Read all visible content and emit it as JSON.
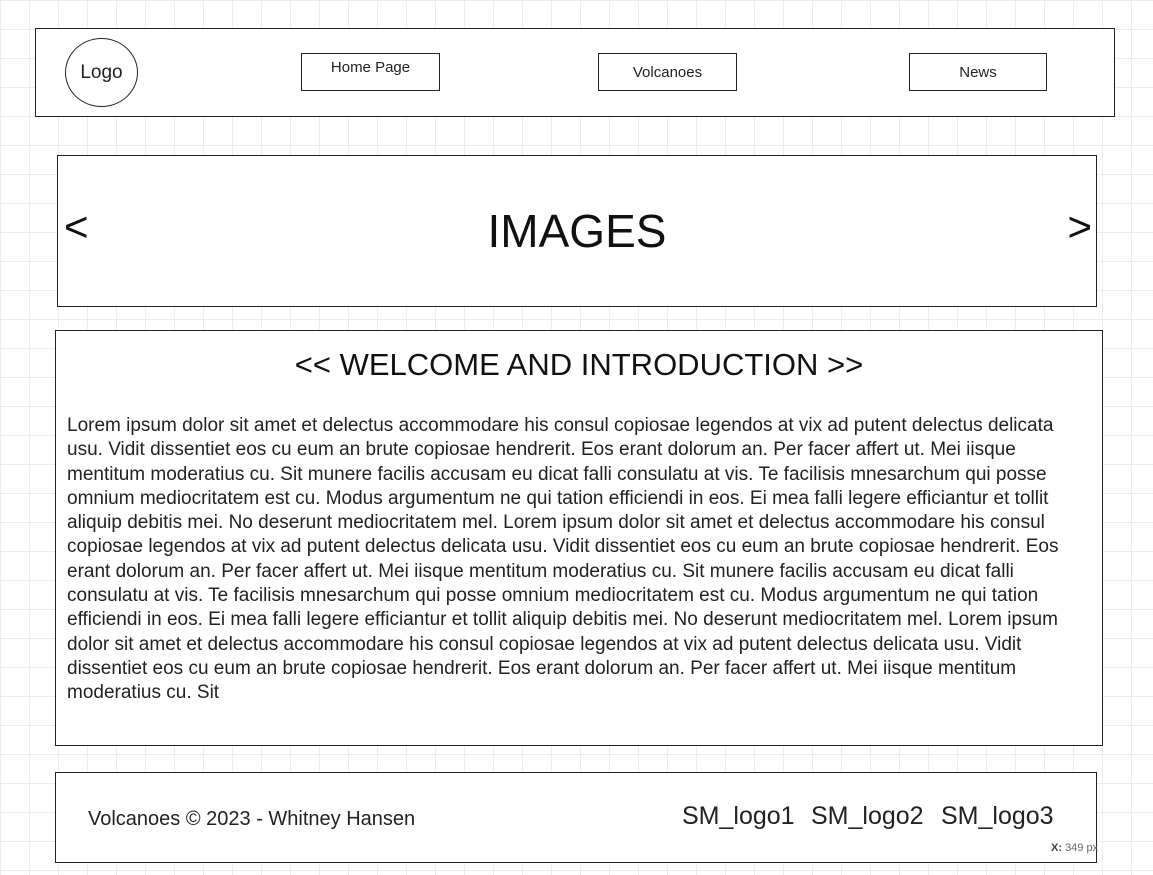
{
  "header": {
    "logo": "Logo",
    "nav": [
      {
        "label": "Home Page"
      },
      {
        "label": "Volcanoes"
      },
      {
        "label": "News"
      }
    ]
  },
  "carousel": {
    "title": "IMAGES",
    "prev": "<",
    "next": ">"
  },
  "welcome": {
    "heading": "<< WELCOME AND INTRODUCTION >>",
    "body": "Lorem ipsum dolor sit amet et delectus accommodare his consul copiosae legendos at vix ad putent delectus delicata usu. Vidit dissentiet eos cu eum an brute copiosae hendrerit. Eos erant dolorum an. Per facer affert ut. Mei iisque mentitum moderatius cu. Sit munere facilis accusam eu dicat falli consulatu at vis. Te facilisis mnesarchum qui posse omnium mediocritatem est cu. Modus argumentum ne qui tation efficiendi in eos. Ei mea falli legere efficiantur et tollit aliquip debitis mei. No deserunt mediocritatem mel. Lorem ipsum dolor sit amet et delectus accommodare his consul copiosae legendos at vix ad putent delectus delicata usu. Vidit dissentiet eos cu eum an brute copiosae hendrerit. Eos erant dolorum an. Per facer affert ut. Mei iisque mentitum moderatius cu. Sit munere facilis accusam eu dicat falli consulatu at vis. Te facilisis mnesarchum qui posse omnium mediocritatem est cu. Modus argumentum ne qui tation efficiendi in eos. Ei mea falli legere efficiantur et tollit aliquip debitis mei. No deserunt mediocritatem mel. Lorem ipsum dolor sit amet et delectus accommodare his consul copiosae legendos at vix ad putent delectus delicata usu. Vidit dissentiet eos cu eum an brute copiosae hendrerit. Eos erant dolorum an. Per facer affert ut. Mei iisque mentitum moderatius cu. Sit"
  },
  "footer": {
    "copyright": "Volcanoes © 2023 - Whitney Hansen",
    "social": [
      "SM_logo1",
      "SM_logo2",
      "SM_logo3"
    ]
  },
  "canvas": {
    "coord_label": "X:",
    "coord_value": "349 px"
  }
}
